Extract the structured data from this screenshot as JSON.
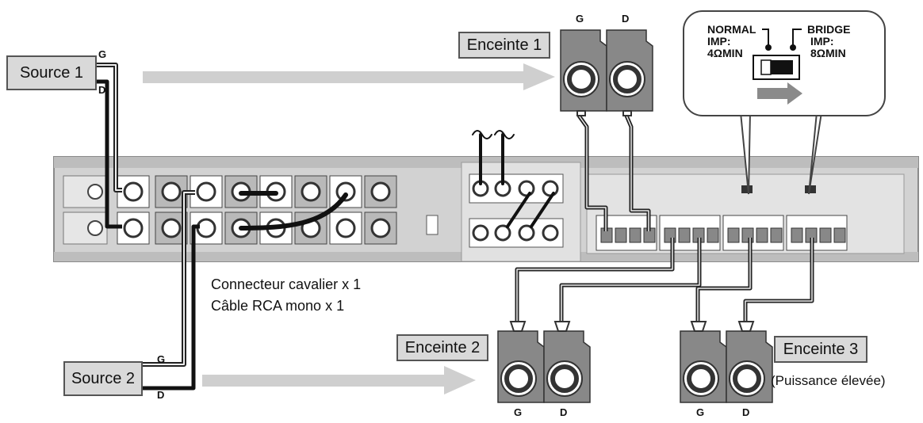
{
  "sources": {
    "source1": "Source 1",
    "source2": "Source 2"
  },
  "speakers": {
    "speaker1": "Enceinte 1",
    "speaker2": "Enceinte 2",
    "speaker3": "Enceinte 3",
    "speaker3_note": "(Puissance élevée)"
  },
  "channels": {
    "left": "G",
    "right": "D"
  },
  "accessories": {
    "line1": "Connecteur cavalier x 1",
    "line2": "Câble RCA mono x 1"
  },
  "bridge_switch": {
    "normal_label": "NORMAL",
    "normal_imp_label": "IMP:",
    "normal_imp_value": "4ΩMIN",
    "bridge_label": "BRIDGE",
    "bridge_imp_label": "IMP:",
    "bridge_imp_value": "8ΩMIN"
  }
}
